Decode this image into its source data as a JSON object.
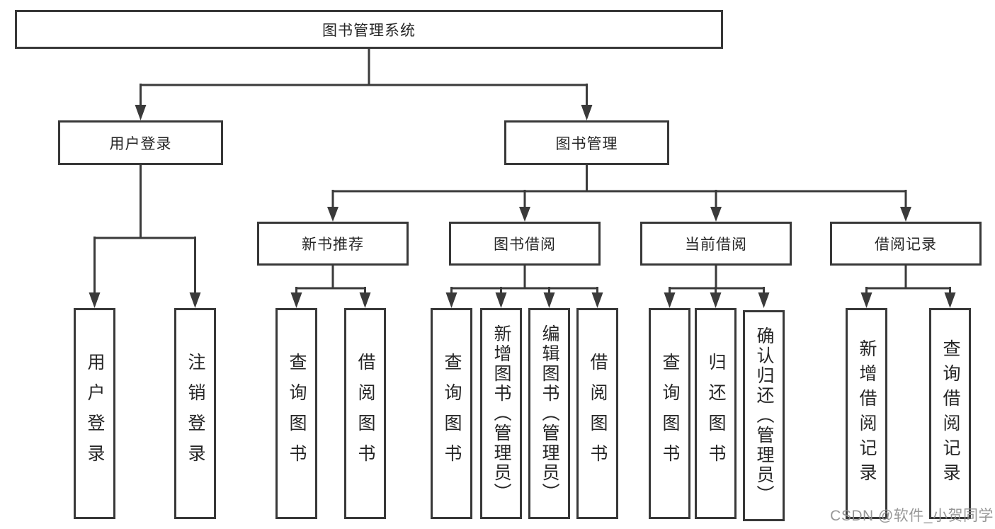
{
  "tree": {
    "root": "图书管理系统",
    "branches": [
      {
        "label": "用户登录",
        "children": [
          {
            "label": "用户登录"
          },
          {
            "label": "注销登录"
          }
        ]
      },
      {
        "label": "图书管理",
        "children": [
          {
            "label": "新书推荐",
            "children": [
              {
                "label": "查询图书"
              },
              {
                "label": "借阅图书"
              }
            ]
          },
          {
            "label": "图书借阅",
            "children": [
              {
                "label": "查询图书"
              },
              {
                "label": "新增图书（管理员）"
              },
              {
                "label": "编辑图书（管理员）"
              },
              {
                "label": "借阅图书"
              }
            ]
          },
          {
            "label": "当前借阅",
            "children": [
              {
                "label": "查询图书"
              },
              {
                "label": "归还图书"
              },
              {
                "label": "确认归还（管理员）"
              }
            ]
          },
          {
            "label": "借阅记录",
            "children": [
              {
                "label": "新增借阅记录"
              },
              {
                "label": "查询借阅记录"
              }
            ]
          }
        ]
      }
    ]
  },
  "watermark": {
    "text": "CSDN @软件_小贺同学",
    "color": "#8f8f8f"
  },
  "colors": {
    "line": "#3a3a3a",
    "box_border": "#383838",
    "box_background": "#ffffff",
    "text": "#262626"
  }
}
